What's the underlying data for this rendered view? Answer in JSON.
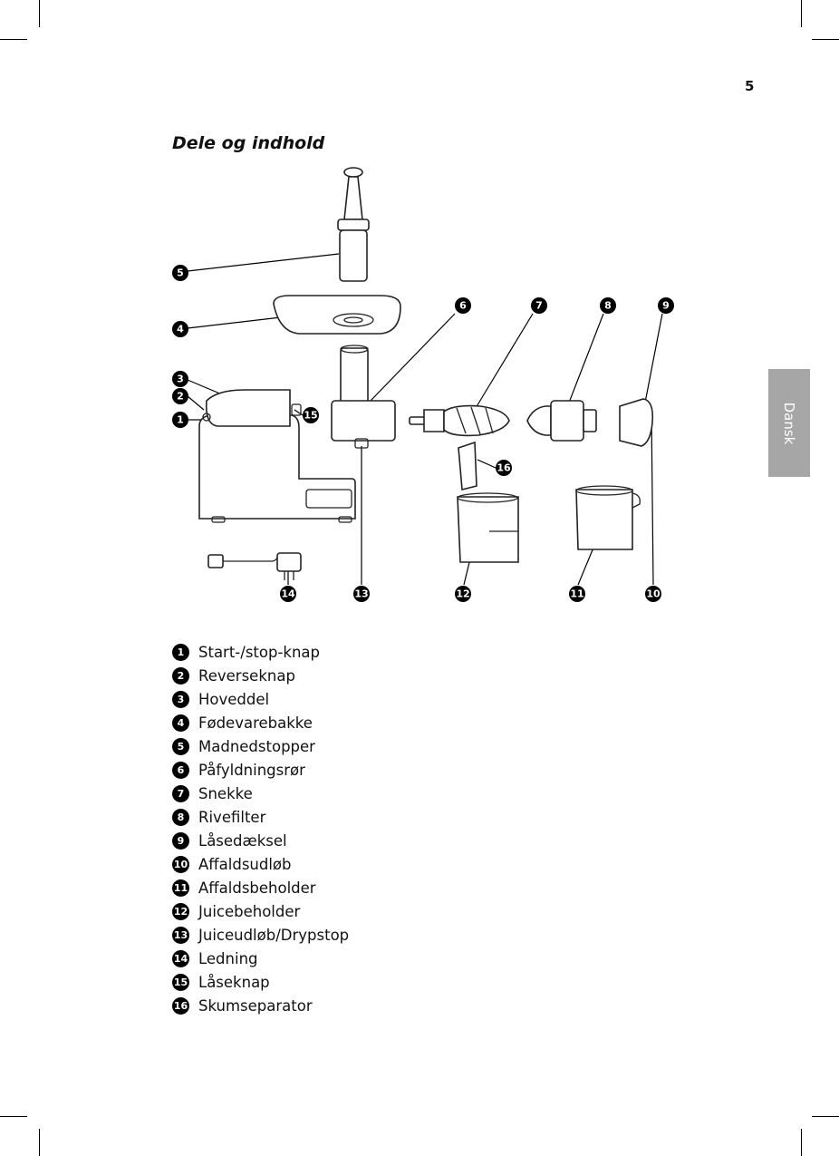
{
  "page": {
    "number": "5",
    "title": "Dele og indhold",
    "language_tab": "Dansk"
  },
  "callouts": [
    "1",
    "2",
    "3",
    "4",
    "5",
    "6",
    "7",
    "8",
    "9",
    "10",
    "11",
    "12",
    "13",
    "14",
    "15",
    "16"
  ],
  "parts": [
    {
      "num": "1",
      "label": "Start-/stop-knap"
    },
    {
      "num": "2",
      "label": "Reverseknap"
    },
    {
      "num": "3",
      "label": "Hoveddel"
    },
    {
      "num": "4",
      "label": "Fødevarebakke"
    },
    {
      "num": "5",
      "label": "Madnedstopper"
    },
    {
      "num": "6",
      "label": "Påfyldningsrør"
    },
    {
      "num": "7",
      "label": "Snekke"
    },
    {
      "num": "8",
      "label": "Rivefilter"
    },
    {
      "num": "9",
      "label": "Låsedæksel"
    },
    {
      "num": "10",
      "label": "Affaldsudløb"
    },
    {
      "num": "11",
      "label": "Affaldsbeholder"
    },
    {
      "num": "12",
      "label": "Juicebeholder"
    },
    {
      "num": "13",
      "label": "Juiceudløb/Drypstop"
    },
    {
      "num": "14",
      "label": "Ledning"
    },
    {
      "num": "15",
      "label": "Låseknap"
    },
    {
      "num": "16",
      "label": "Skumseparator"
    }
  ],
  "colors": {
    "tab_bg": "#a6a6a6",
    "badge": "#000000",
    "text": "#111111"
  }
}
